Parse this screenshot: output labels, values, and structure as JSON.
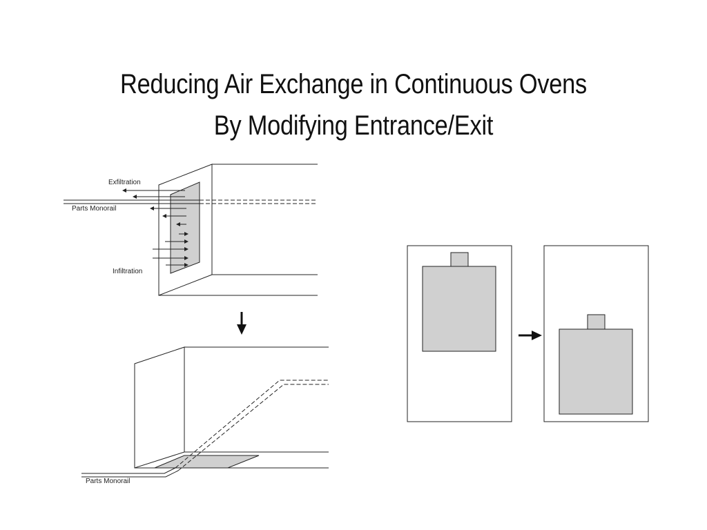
{
  "slide": {
    "title_line1": "Reducing Air Exchange in Continuous Ovens",
    "title_line2": "By Modifying Entrance/Exit"
  },
  "diagram": {
    "labels": {
      "exfiltration": "Exfiltration",
      "parts_monorail_top": "Parts Monorail",
      "infiltration": "Infiltration",
      "parts_monorail_bottom": "Parts Monorail"
    },
    "colors": {
      "line": "#222222",
      "fill": "#d0d0d0",
      "background": "#ffffff"
    }
  }
}
